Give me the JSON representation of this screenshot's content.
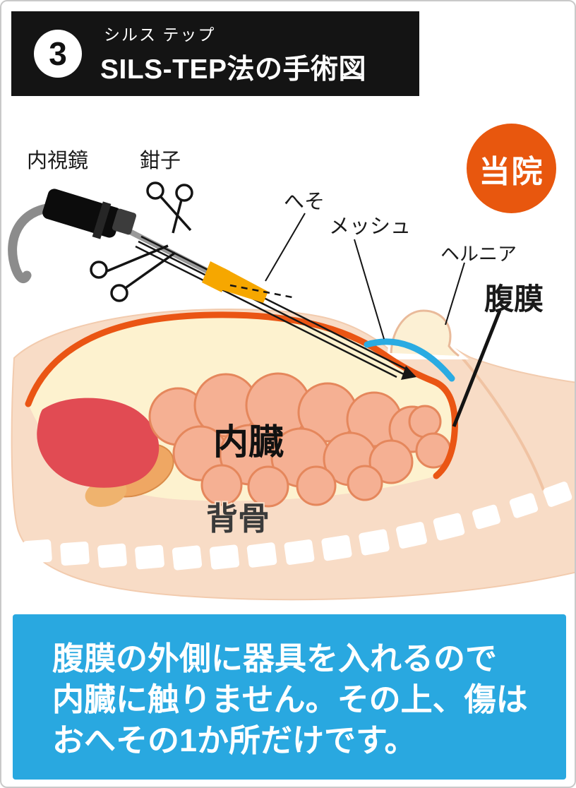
{
  "header": {
    "number": "3",
    "furigana": "シルス テップ",
    "title": "SILS-TEP法の手術図"
  },
  "badge": {
    "label": "当院"
  },
  "diagram": {
    "labels": {
      "endoscope": "内視鏡",
      "forceps": "鉗子",
      "navel": "へそ",
      "mesh": "メッシュ",
      "hernia": "ヘルニア",
      "peritoneum": "腹膜",
      "organs": "内臓",
      "spine": "背骨"
    },
    "colors": {
      "header_bg": "#141414",
      "badge_bg": "#e8570e",
      "skin": "#f8dcc6",
      "cavity": "#fdf2cf",
      "peritoneum_line": "#ea5514",
      "mesh": "#2aabe2",
      "trocar": "#f6a700",
      "intestine": "#f5b093",
      "liver": "#e14b53",
      "caption_bg": "#29a8e0"
    }
  },
  "caption": {
    "lines": [
      "腹膜の外側に器具を入れるので",
      "内臓に触りません。その上、傷は",
      "おへその1か所だけです。"
    ]
  }
}
